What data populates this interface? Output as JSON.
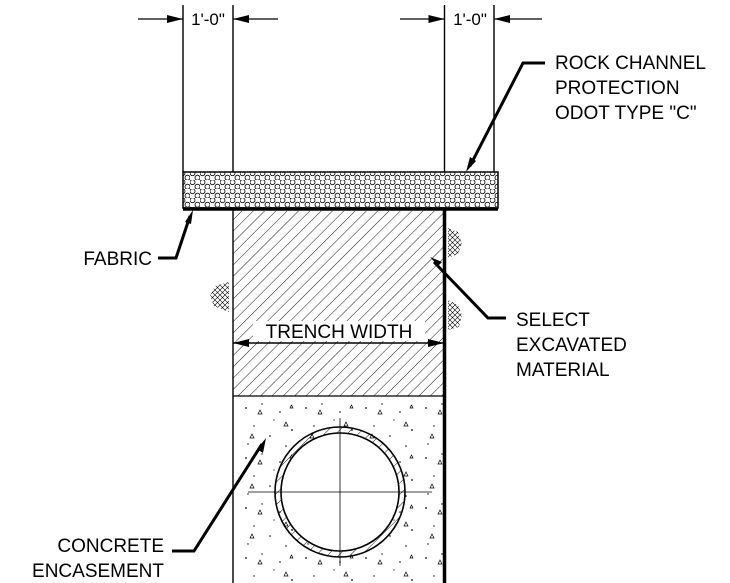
{
  "dimensions": {
    "left": "1'-0\"",
    "right": "1'-0\""
  },
  "labels": {
    "rock_channel": [
      "ROCK CHANNEL",
      "PROTECTION",
      "ODOT TYPE \"C\""
    ],
    "fabric": "FABRIC",
    "select_material": [
      "SELECT",
      "EXCAVATED",
      "MATERIAL"
    ],
    "trench_width": "TRENCH WIDTH",
    "concrete_encasement": [
      "CONCRETE",
      "ENCASEMENT"
    ]
  },
  "colors": {
    "line": "#000000",
    "background": "#ffffff"
  }
}
